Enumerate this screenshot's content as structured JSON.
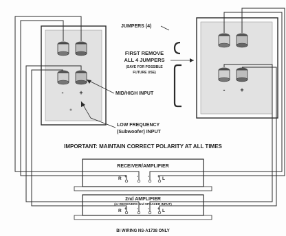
{
  "labels": {
    "jumpers": "JUMPERS (4)",
    "first_remove_1": "FIRST REMOVE",
    "first_remove_2": "ALL 4 JUMPERS",
    "first_remove_3": "(SAVE FOR POSSIBLE",
    "first_remove_4": "FUTURE USE)",
    "mid_high": "MID/HIGH INPUT",
    "low_freq_1": "LOW FREQUENCY",
    "low_freq_2": "(Subwoofer) INPUT",
    "important": "IMPORTANT:  MAINTAIN CORRECT POLARITY AT ALL TIMES",
    "receiver": "RECEIVER/AMPLIFIER",
    "amp2_title": "2nd AMPLIFIER",
    "amp2_sub": "(or RECEIVERS 2nd SPEAKER INPUT)",
    "footer": "BI WIRING NS-A1738 ONLY"
  },
  "terminal_marks": {
    "minus": "-",
    "plus": "+",
    "r": "R",
    "l": "L"
  },
  "colors": {
    "ink": "#2a2a2a",
    "panel": "#e2e2e2",
    "paper": "#fdfdfd"
  }
}
